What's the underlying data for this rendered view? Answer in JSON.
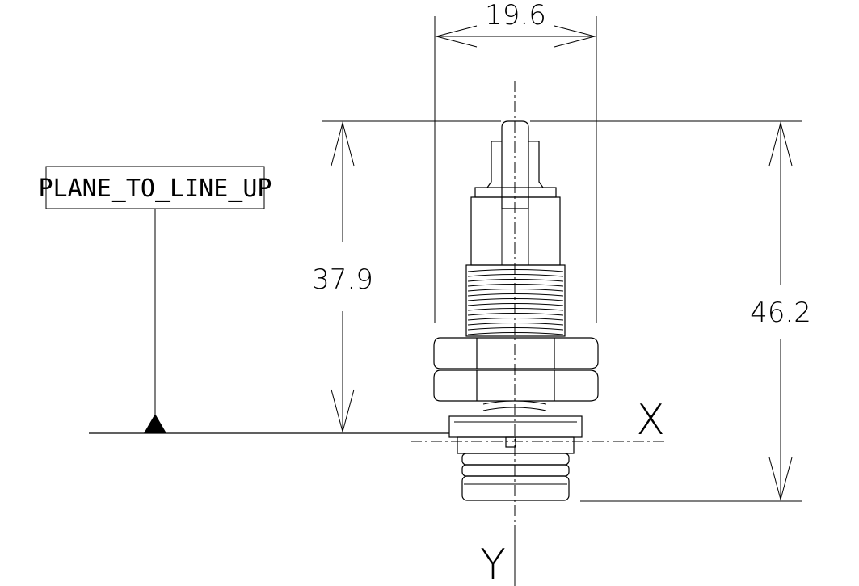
{
  "dimensions": {
    "width_label": "19.6",
    "height_left_label": "37.9",
    "height_right_label": "46.2"
  },
  "axes": {
    "x_label": "X",
    "y_label": "Y"
  },
  "plane_label": "PLANE_TO_LINE_UP"
}
